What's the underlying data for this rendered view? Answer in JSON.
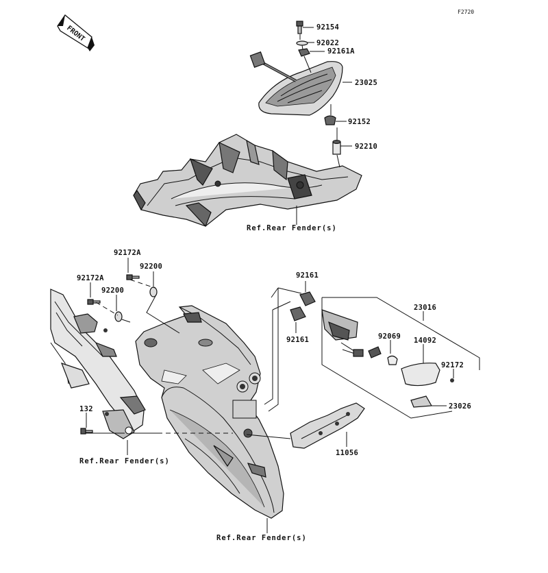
{
  "figure_code": "F2720",
  "front_label": "FRONT",
  "colors": {
    "ink": "#111111",
    "dark": "#3a3a3a",
    "mid": "#8c8c8c",
    "light": "#cfcfcf",
    "paper": "#ffffff"
  },
  "part_numbers": {
    "p92154": "92154",
    "p92022": "92022",
    "p92161A": "92161A",
    "p23025": "23025",
    "p92152": "92152",
    "p92210": "92210",
    "p92172A_top": "92172A",
    "p92200_top": "92200",
    "p92172A_left": "92172A",
    "p92200_left": "92200",
    "p92161_top": "92161",
    "p92161_bottom": "92161",
    "p23016": "23016",
    "p92069": "92069",
    "p14092": "14092",
    "p92172": "92172",
    "p23026": "23026",
    "p132": "132",
    "p11056": "11056"
  },
  "references": {
    "ref_top": "Ref.Rear Fender(s)",
    "ref_left": "Ref.Rear Fender(s)",
    "ref_bottom": "Ref.Rear Fender(s)"
  }
}
